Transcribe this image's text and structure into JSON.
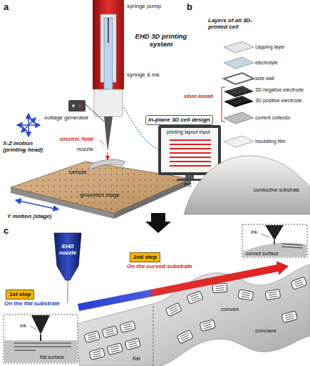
{
  "diagram": {
    "nodes": [
      {
        "text": [
          "EHD 3D printing system"
        ]
      },
      {
        "text": [
          "In-plane 3D cell design"
        ]
      },
      {
        "text": [
          "1st step"
        ]
      },
      {
        "text": [
          "2nd step"
        ]
      }
    ],
    "labels": [
      "a",
      "syringe pump",
      "syringe & ink",
      "X-Z motion (printing head)",
      "electric field",
      "nozzle",
      "voltage generator",
      "printing layout input",
      "sample",
      "grounded stage",
      "PC",
      "Y motion (stage)",
      "b",
      "Layers of all 3D-printed cell",
      "capping layer",
      "electrolyte",
      "side wall",
      "3D negative electrode",
      "3D positive electrode",
      "silver-based",
      "current collector",
      "insulating film",
      "conductive substrate",
      "c",
      "EHD nozzle",
      "On the flat substrate",
      "On the curved substrate",
      "ink",
      "curved surface",
      "convex",
      "concave",
      "flat",
      "ink",
      "flat surface"
    ]
  }
}
